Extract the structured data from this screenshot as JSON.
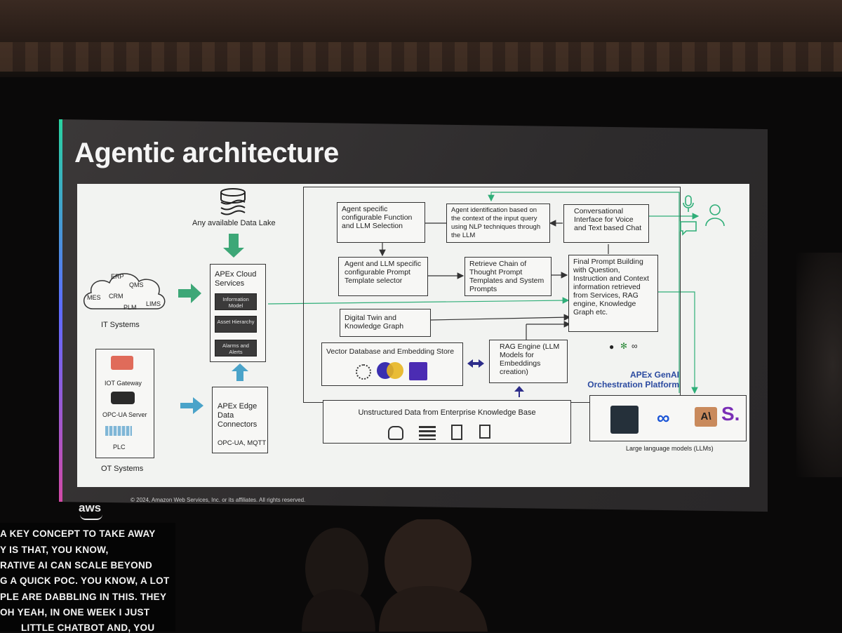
{
  "slide": {
    "title": "Agentic architecture",
    "copyright": "© 2024, Amazon Web Services, Inc. or its affiliates. All rights reserved.",
    "aws_logo": "aws"
  },
  "it_systems": {
    "caption": "IT Systems",
    "items": [
      "ERP",
      "QMS",
      "MES",
      "CRM",
      "PLM",
      "LIMS"
    ]
  },
  "ot_systems": {
    "caption": "OT Systems",
    "devices": [
      "IOT Gateway",
      "OPC-UA Server",
      "PLC"
    ]
  },
  "data_lake": {
    "label": "Any available Data Lake"
  },
  "cloud_services": {
    "title": "APEx Cloud Services",
    "chips": [
      "Information Model",
      "Asset Hierarchy",
      "Alarms and Alerts"
    ]
  },
  "edge_connectors": {
    "title": "APEx Edge Data Connectors",
    "protocols": "OPC-UA, MQTT"
  },
  "orchestration": {
    "agent_function": "Agent specific configurable Function and LLM Selection",
    "agent_identification": "Agent identification based on the context of the input query using NLP techniques through the LLM",
    "conversational": "Conversational Interface for Voice and Text based Chat",
    "prompt_template": "Agent and LLM specific configurable Prompt Template selector",
    "chain_of_thought": "Retrieve Chain of Thought Prompt Templates and System Prompts",
    "final_prompt": "Final Prompt Building with Question, Instruction and Context information retrieved from Services, RAG engine, Knowledge Graph etc.",
    "digital_twin": "Digital Twin and Knowledge Graph",
    "vector_db": "Vector Database and Embedding Store",
    "rag_engine": "RAG Engine (LLM Models for Embeddings creation)",
    "platform_name": "APEx GenAI Orchestration Platform"
  },
  "unstructured": {
    "label": "Unstructured Data from Enterprise Knowledge Base"
  },
  "llms": {
    "caption": "Large language models (LLMs)",
    "tiles": [
      "A\\",
      "S."
    ]
  },
  "captions": [
    "A KEY CONCEPT TO TAKE AWAY",
    "Y IS THAT, YOU KNOW,",
    "RATIVE AI CAN SCALE BEYOND",
    "G A QUICK POC. YOU KNOW, A LOT",
    "PLE ARE DABBLING IN THIS. THEY",
    "OH YEAH, IN ONE WEEK I JUST",
    "LITTLE CHATBOT AND, YOU"
  ],
  "colors": {
    "accent_green": "#2fae78",
    "arrow_blue": "#3a3a9a",
    "title": "#f5f5f5"
  }
}
